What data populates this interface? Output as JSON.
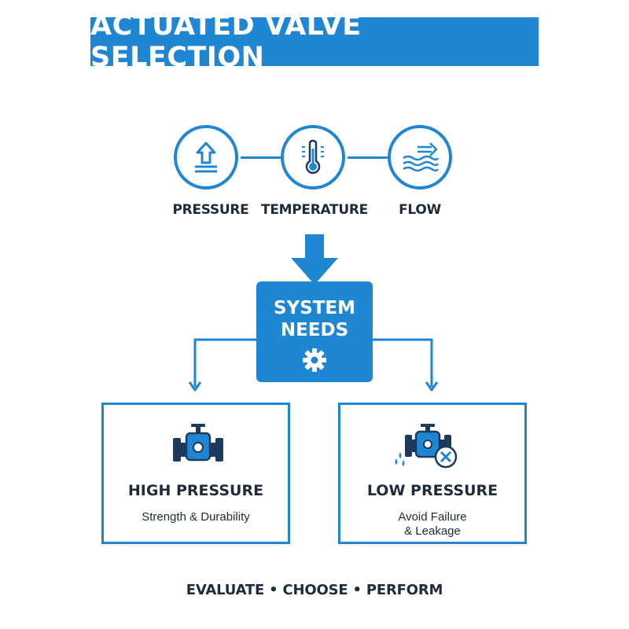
{
  "title": "ACTUATED VALVE SELECTION",
  "factors": [
    {
      "label": "PRESSURE",
      "icon": "pressure-arrow-icon"
    },
    {
      "label": "TEMPERATURE",
      "icon": "thermometer-icon"
    },
    {
      "label": "FLOW",
      "icon": "flow-waves-icon"
    }
  ],
  "center": {
    "label": "SYSTEM\nNEEDS",
    "icon": "gear-icon"
  },
  "options": [
    {
      "title": "HIGH PRESSURE",
      "subtitle": "Strength & Durability",
      "icon": "valve-icon"
    },
    {
      "title": "LOW PRESSURE",
      "subtitle": "Avoid Failure\n& Leakage",
      "icon": "leaking-valve-icon"
    }
  ],
  "footer": "EVALUATE • CHOOSE • PERFORM",
  "colors": {
    "accent": "#1f86d3",
    "dark_text": "#1d2b3a",
    "icon_dark": "#1d3a5c"
  }
}
